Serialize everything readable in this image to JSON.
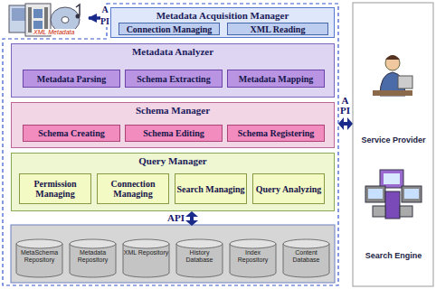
{
  "diagram": {
    "nodes": [
      {
        "text": [
          "XML Metadata"
        ]
      },
      {
        "text": [
          "Metadata Acquisition Manager"
        ]
      },
      {
        "text": [
          "Connection Managing"
        ],
        "in": 1
      },
      {
        "text": [
          "XML Reading"
        ],
        "in": 1
      },
      {
        "text": [
          "Metadata Analyzer"
        ]
      },
      {
        "text": [
          "Metadata Parsing"
        ],
        "in": 4
      },
      {
        "text": [
          "Schema Extracting"
        ],
        "in": 4
      },
      {
        "text": [
          "Metadata Mapping"
        ],
        "in": 4
      },
      {
        "text": [
          "Schema Manager"
        ]
      },
      {
        "text": [
          "Schema Creating"
        ],
        "in": 8
      },
      {
        "text": [
          "Schema Editing"
        ],
        "in": 8
      },
      {
        "text": [
          "Schema Registering"
        ],
        "in": 8
      },
      {
        "text": [
          "Query Manager"
        ]
      },
      {
        "text": [
          "Permission Managing"
        ],
        "in": 12
      },
      {
        "text": [
          "Connection Managing"
        ],
        "in": 12
      },
      {
        "text": [
          "Search Managing"
        ],
        "in": 12
      },
      {
        "text": [
          "Query Analyzing"
        ],
        "in": 12
      },
      {
        "text": [
          "MetaSchema Repository"
        ]
      },
      {
        "text": [
          "Metadata Repository"
        ]
      },
      {
        "text": [
          "XML Repository"
        ]
      },
      {
        "text": [
          "History Database"
        ]
      },
      {
        "text": [
          "Index Repository"
        ]
      },
      {
        "text": [
          "Content Database"
        ]
      },
      {
        "text": [
          "Service Provider"
        ]
      },
      {
        "text": [
          "Search Engine"
        ]
      }
    ],
    "edges": [
      {
        "from": 0,
        "to": 1,
        "arrow": "both"
      }
    ],
    "labels": [
      "API",
      "API",
      "API"
    ]
  }
}
